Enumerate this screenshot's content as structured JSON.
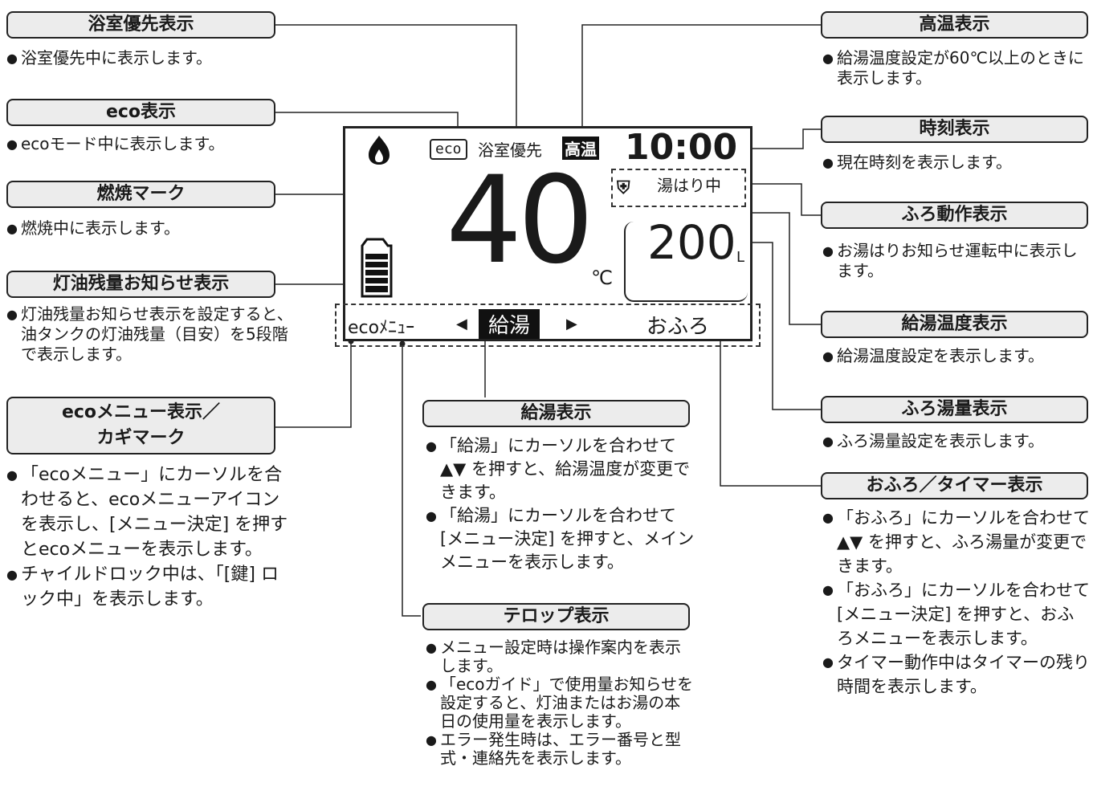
{
  "labels": {
    "bath_priority": "浴室優先表示",
    "eco": "eco表示",
    "burn": "燃焼マーク",
    "kerosene": "灯油残量お知らせ表示",
    "eco_menu": [
      "ecoメニュー表示／",
      "カギマーク"
    ],
    "supply": "給湯表示",
    "telop": "テロップ表示",
    "high_temp": "高温表示",
    "clock": "時刻表示",
    "bath_op": "ふろ動作表示",
    "supply_temp": "給湯温度表示",
    "bath_volume": "ふろ湯量表示",
    "ofuro_timer": "おふろ／タイマー表示"
  },
  "descriptions": {
    "bath_priority": [
      "浴室優先中に表示します。"
    ],
    "eco": [
      "ecoモード中に表示します。"
    ],
    "burn": [
      "燃焼中に表示します。"
    ],
    "kerosene": [
      "灯油残量お知らせ表示を設定すると、油タンクの灯油残量（目安）を5段階で表示します。"
    ],
    "eco_menu": [
      "「ecoメニュー」にカーソルを合わせると、ecoメニューアイコンを表示し、[メニュー決定] を押すとecoメニューを表示します。",
      "チャイルドロック中は、「[鍵] ロック中」を表示します。"
    ],
    "supply": [
      "「給湯」にカーソルを合わせて ▲▼ を押すと、給湯温度が変更できます。",
      "「給湯」にカーソルを合わせて [メニュー決定] を押すと、メインメニューを表示します。"
    ],
    "telop": [
      "メニュー設定時は操作案内を表示します。",
      "「ecoガイド」で使用量お知らせを設定すると、灯油またはお湯の本日の使用量を表示します。",
      "エラー発生時は、エラー番号と型式・連絡先を表示します。"
    ],
    "high_temp": [
      "給湯温度設定が60℃以上のときに表示します。"
    ],
    "clock": [
      "現在時刻を表示します。"
    ],
    "bath_op": [
      "お湯はりお知らせ運転中に表示します。"
    ],
    "supply_temp": [
      "給湯温度設定を表示します。"
    ],
    "bath_volume": [
      "ふろ湯量設定を表示します。"
    ],
    "ofuro_timer": [
      "「おふろ」にカーソルを合わせて ▲▼ を押すと、ふろ湯量が変更できます。",
      "「おふろ」にカーソルを合わせて [メニュー決定] を押すと、おふろメニューを表示します。",
      "タイマー動作中はタイマーの残り時間を表示します。"
    ]
  },
  "display": {
    "eco_badge": "eco",
    "bath_priority": "浴室優先",
    "high_temp": "高温",
    "time": "10:00",
    "filling": "湯はり中",
    "temp_value": "40",
    "temp_unit": "℃",
    "volume_value": "200",
    "volume_unit": "L",
    "eco_menu": "ecoﾒﾆｭｰ",
    "left_arrow": "◀",
    "supply": "給湯",
    "right_arrow": "▶",
    "ofuro": "おふろ"
  },
  "icons": [
    "flame-icon",
    "oil-tank-icon",
    "faucet-icon",
    "menu-confirm-icon",
    "key-icon",
    "up-down-triangle-icon"
  ]
}
